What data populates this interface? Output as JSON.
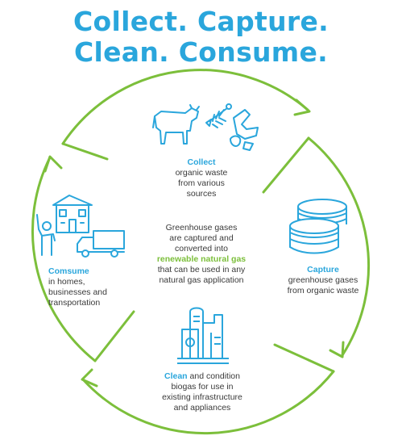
{
  "title": {
    "line1": "Collect. Capture.",
    "line2": "Clean. Consume."
  },
  "colors": {
    "accent_blue": "#2aa6dc",
    "accent_green": "#7cbf3b",
    "text": "#3a3a3a"
  },
  "steps": {
    "collect": {
      "heading": "Collect",
      "line1": "organic waste",
      "line2": "from various",
      "line3": "sources",
      "icons": [
        "cow-icon",
        "fish-bone-icon",
        "food-scraps-icon"
      ]
    },
    "capture": {
      "heading": "Capture",
      "line1": "greenhouse gases",
      "line2": "from organic waste",
      "icons": [
        "storage-tanks-icon"
      ]
    },
    "clean": {
      "heading": "Clean",
      "line1_rest": " and condition",
      "line2": "biogas for use in",
      "line3": "existing infrastructure",
      "line4": "and appliances",
      "icons": [
        "processing-plant-icon"
      ]
    },
    "consume": {
      "heading": "Comsume",
      "line1": "in homes,",
      "line2": "businesses and",
      "line3": "transportation",
      "icons": [
        "house-icon",
        "person-waving-icon",
        "truck-icon"
      ]
    }
  },
  "center": {
    "line1": "Greenhouse gases",
    "line2": "are captured and",
    "line3": "converted into",
    "highlight": "renewable natural gas",
    "line4": "that can be used in any",
    "line5": "natural gas application"
  }
}
